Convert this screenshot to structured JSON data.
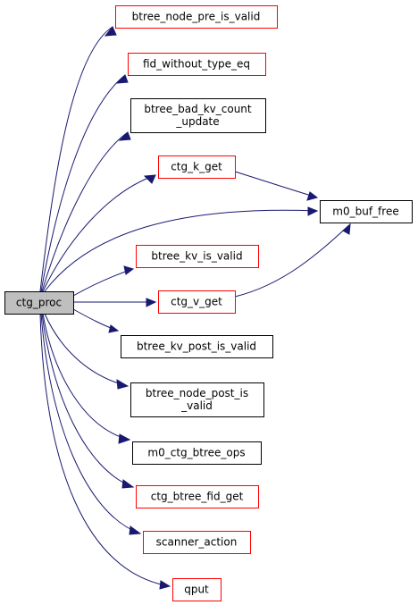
{
  "root": {
    "label": "ctg_proc"
  },
  "nodes": [
    {
      "id": "n1",
      "lines": [
        "btree_node_pre_is_valid"
      ],
      "border": "red"
    },
    {
      "id": "n2",
      "lines": [
        "fid_without_type_eq"
      ],
      "border": "red"
    },
    {
      "id": "n3",
      "lines": [
        "btree_bad_kv_count",
        "_update"
      ],
      "border": "black"
    },
    {
      "id": "n4",
      "lines": [
        "ctg_k_get"
      ],
      "border": "red"
    },
    {
      "id": "n5",
      "lines": [
        "m0_buf_free"
      ],
      "border": "black"
    },
    {
      "id": "n6",
      "lines": [
        "btree_kv_is_valid"
      ],
      "border": "red"
    },
    {
      "id": "n7",
      "lines": [
        "ctg_v_get"
      ],
      "border": "red"
    },
    {
      "id": "n8",
      "lines": [
        "btree_kv_post_is_valid"
      ],
      "border": "black"
    },
    {
      "id": "n9",
      "lines": [
        "btree_node_post_is",
        "_valid"
      ],
      "border": "black"
    },
    {
      "id": "n10",
      "lines": [
        "m0_ctg_btree_ops"
      ],
      "border": "black"
    },
    {
      "id": "n11",
      "lines": [
        "ctg_btree_fid_get"
      ],
      "border": "red"
    },
    {
      "id": "n12",
      "lines": [
        "scanner_action"
      ],
      "border": "red"
    },
    {
      "id": "n13",
      "lines": [
        "qput"
      ],
      "border": "red"
    }
  ],
  "edges": [
    {
      "from": "root",
      "to": "n1"
    },
    {
      "from": "root",
      "to": "n2"
    },
    {
      "from": "root",
      "to": "n3"
    },
    {
      "from": "root",
      "to": "n4"
    },
    {
      "from": "root",
      "to": "n5"
    },
    {
      "from": "root",
      "to": "n6"
    },
    {
      "from": "root",
      "to": "n7"
    },
    {
      "from": "root",
      "to": "n8"
    },
    {
      "from": "root",
      "to": "n9"
    },
    {
      "from": "root",
      "to": "n10"
    },
    {
      "from": "root",
      "to": "n11"
    },
    {
      "from": "root",
      "to": "n12"
    },
    {
      "from": "root",
      "to": "n13"
    },
    {
      "from": "n4",
      "to": "n5"
    },
    {
      "from": "n7",
      "to": "n5"
    }
  ],
  "colors": {
    "edge": "#191970",
    "root_fill": "#bfbfbf",
    "red_border": "#ff0000",
    "black_border": "#000000"
  }
}
